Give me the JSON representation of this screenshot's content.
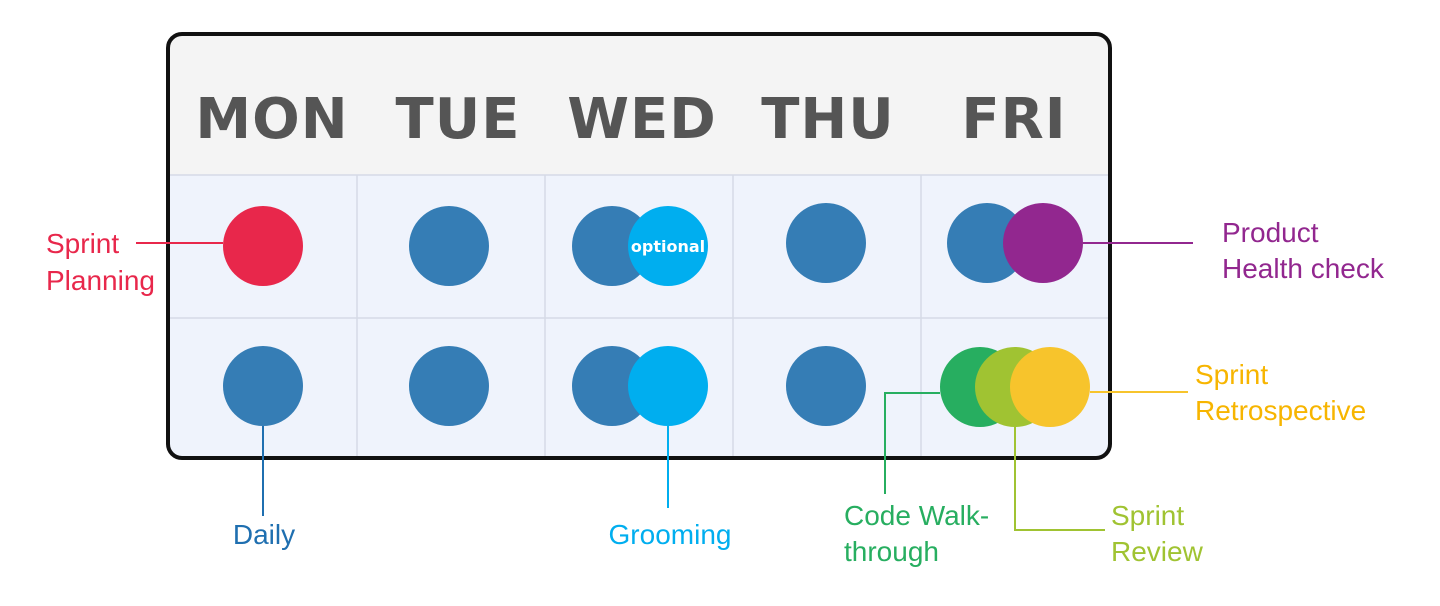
{
  "calendar": {
    "days": [
      "MON",
      "TUE",
      "WED",
      "THU",
      "FRI"
    ],
    "optional_label": "optional"
  },
  "colors": {
    "meeting_blue": "#357DB5",
    "sprint_planning": "#E8274B",
    "grooming": "#00AEEF",
    "product_health_check": "#92278F",
    "code_walkthrough": "#27AE60",
    "sprint_review": "#A0C332",
    "sprint_retrospective": "#F7C42C",
    "day_text": "#555555"
  },
  "annotations": {
    "sprint_planning": [
      "Sprint",
      "Planning"
    ],
    "daily": [
      "Daily"
    ],
    "grooming": [
      "Grooming"
    ],
    "code_walkthrough": [
      "Code Walk-",
      "through"
    ],
    "sprint_review": [
      "Sprint",
      "Review"
    ],
    "sprint_retrospective": [
      "Sprint",
      "Retrospective"
    ],
    "product_health_check": [
      "Product",
      "Health check"
    ]
  }
}
